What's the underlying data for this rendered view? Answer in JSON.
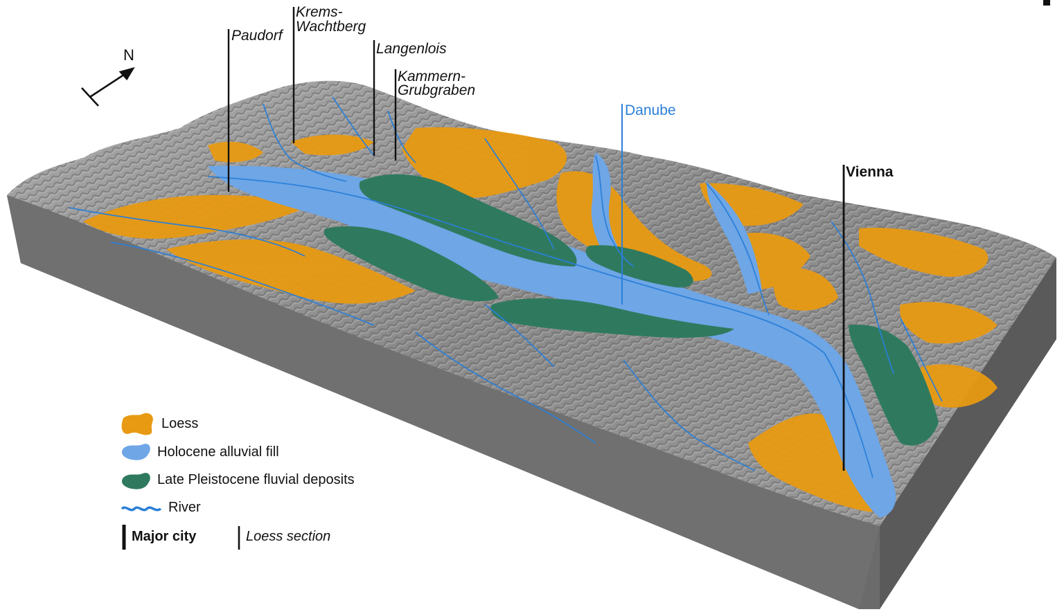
{
  "labels": {
    "paudorf": "Paudorf",
    "krems_line1": "Krems-",
    "krems_line2": "Wachtberg",
    "langenlois": "Langenlois",
    "kammern_line1": "Kammern-",
    "kammern_line2": "Grubgraben",
    "danube": "Danube",
    "vienna": "Vienna"
  },
  "north_arrow": {
    "label": "N"
  },
  "legend": {
    "loess": "Loess",
    "holocene": "Holocene alluvial fill",
    "pleistocene": "Late Pleistocene fluvial deposits",
    "river": "River",
    "major_city": "Major city",
    "loess_section": "Loess section"
  },
  "colors": {
    "loess": "#e89a12",
    "holocene": "#6ea6e6",
    "pleistocene": "#2f7a5e",
    "river": "#2a7fd8",
    "terrain": "#8f8f8f",
    "block_side": "#6e6e6e",
    "line": "#111111"
  }
}
